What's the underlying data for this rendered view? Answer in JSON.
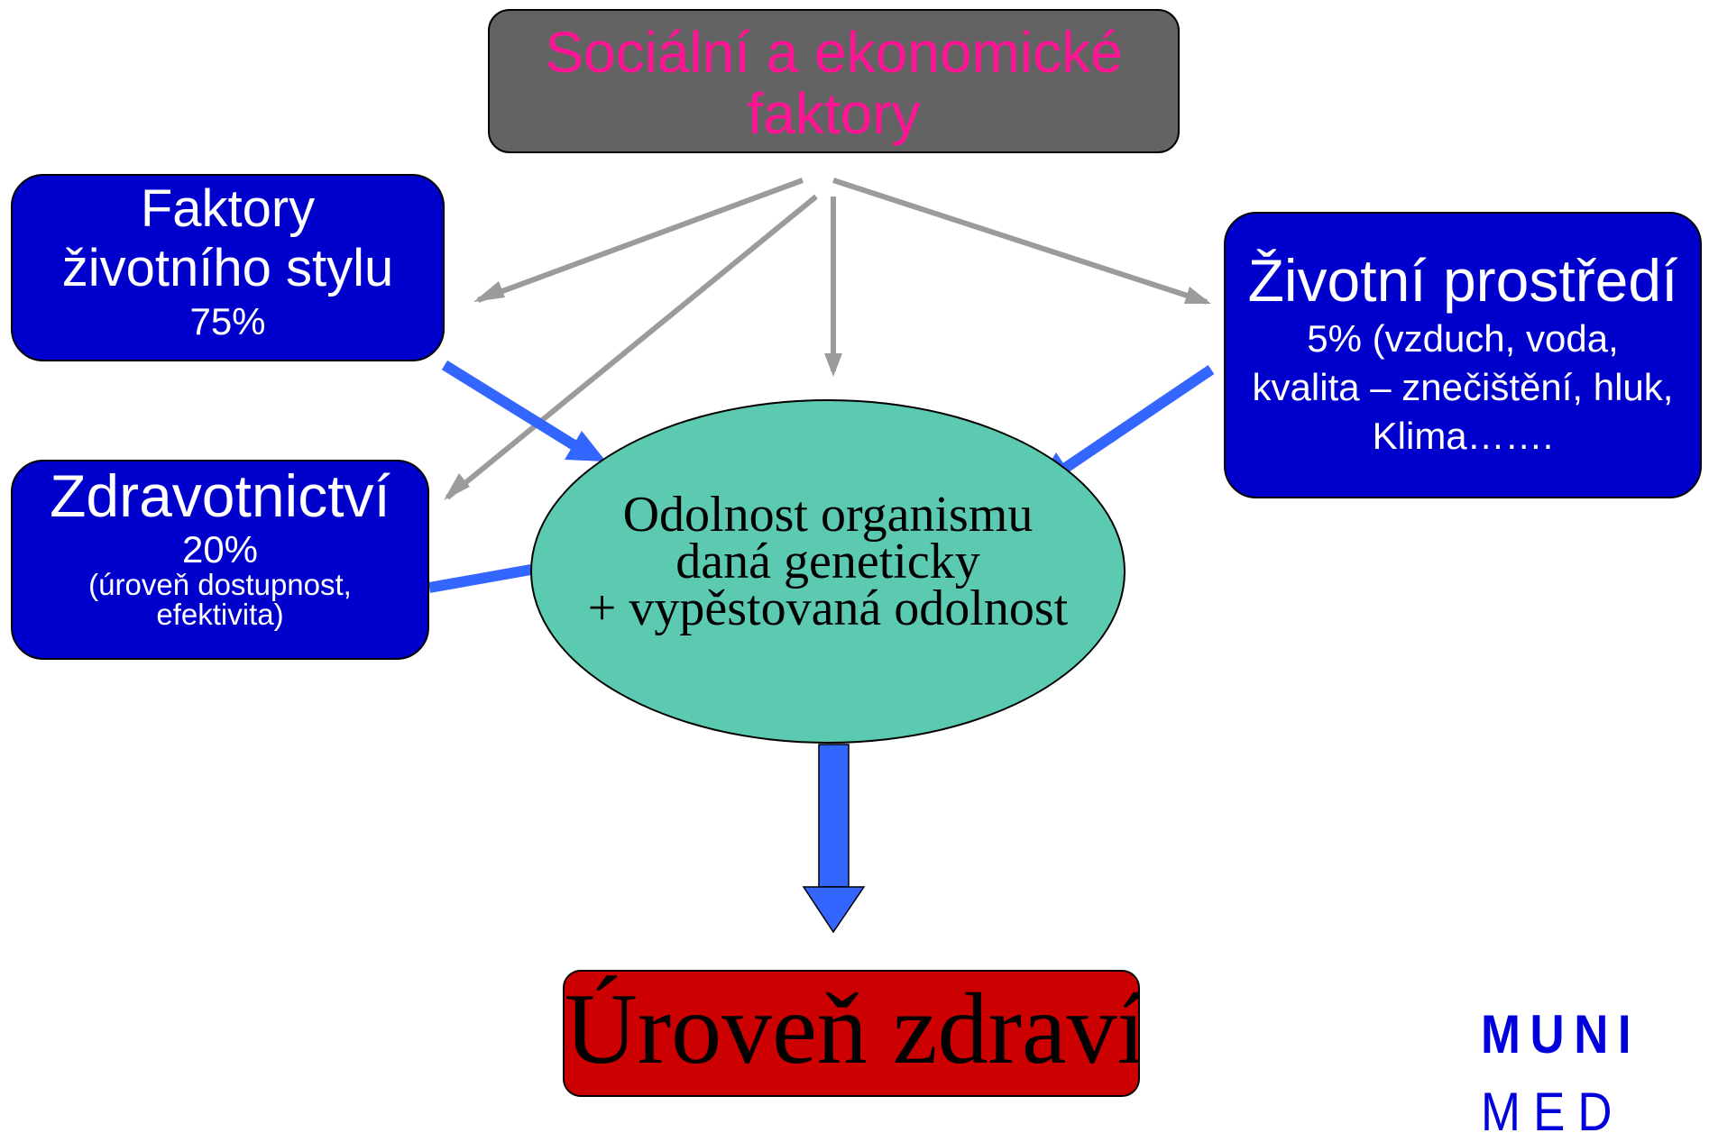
{
  "nodes": {
    "social": {
      "line1": "Sociální a ekonomické",
      "line2": "faktory"
    },
    "lifestyle": {
      "line1": "Faktory",
      "line2": "životního stylu",
      "line3": "75%"
    },
    "healthcare": {
      "line1": "Zdravotnictví",
      "line2": "20%",
      "line3": "(úroveň dostupnost,",
      "line4": "efektivita)"
    },
    "environment": {
      "line1": "Životní prostředí",
      "line2": "5% (vzduch, voda,",
      "line3": "kvalita – znečištění, hluk,",
      "line4": "Klima……."
    },
    "core": {
      "line1": "Odolnost organismu",
      "line2": "daná geneticky",
      "line3": "+ vypěstovaná odolnost"
    },
    "result": {
      "label": "Úroveň zdraví"
    }
  },
  "logo": {
    "line1": "MUNI",
    "line2": "MED"
  },
  "colors": {
    "blue_box": "#0000cc",
    "grey_box": "#636363",
    "pink_text": "#ff1493",
    "teal_ellipse": "#5ccab1",
    "red_box": "#cc0000",
    "grey_arrow": "#9b9b9b",
    "blue_arrow": "#3366ff"
  }
}
